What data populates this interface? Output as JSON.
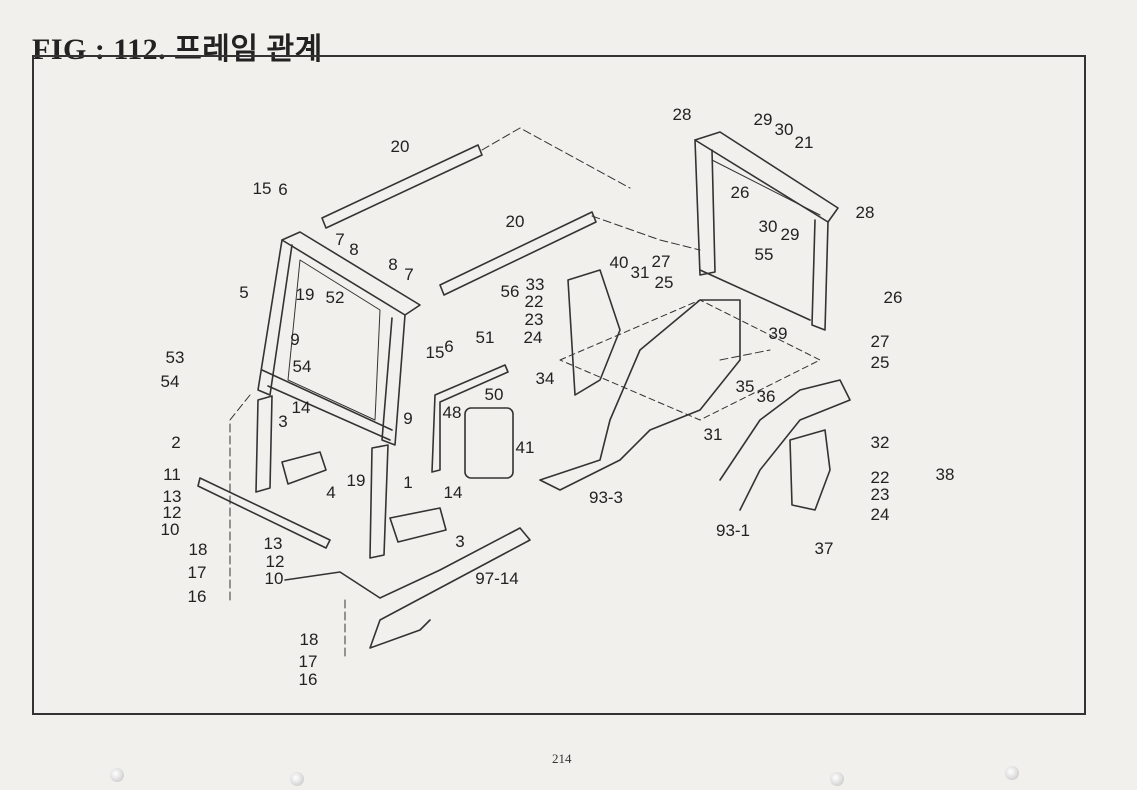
{
  "page": {
    "title": "FIG : 112.  프레임 관계",
    "page_number": "214"
  },
  "colors": {
    "ink": "#333333",
    "paper": "#f1f0ec"
  },
  "callouts": [
    "20",
    "15",
    "6",
    "7",
    "8",
    "5",
    "19",
    "52",
    "9",
    "54",
    "53",
    "54",
    "2",
    "11",
    "13",
    "12",
    "10",
    "18",
    "17",
    "16",
    "3",
    "14",
    "1",
    "4",
    "19",
    "8",
    "7",
    "56",
    "51",
    "15",
    "6",
    "9",
    "48",
    "50",
    "41",
    "14",
    "3",
    "97-14",
    "13",
    "12",
    "10",
    "18",
    "17",
    "16",
    "20",
    "33",
    "22",
    "23",
    "24",
    "34",
    "40",
    "31",
    "28",
    "29",
    "30",
    "21",
    "26",
    "27",
    "25",
    "55",
    "30",
    "29",
    "28",
    "26",
    "27",
    "25",
    "39",
    "35",
    "36",
    "31",
    "93-3",
    "93-1",
    "32",
    "22",
    "23",
    "24",
    "37",
    "38"
  ]
}
